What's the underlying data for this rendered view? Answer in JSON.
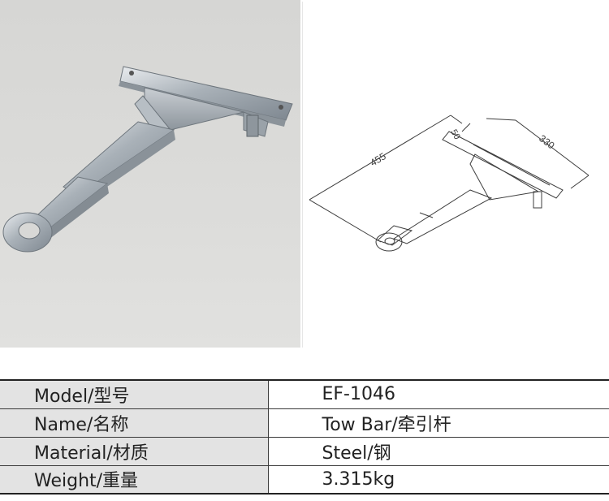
{
  "spec_table": {
    "rows": [
      {
        "label": "Model/型号",
        "value": "EF-1046"
      },
      {
        "label": "Name/名称",
        "value": "Tow Bar/牵引杆"
      },
      {
        "label": "Material/材质",
        "value": "Steel/钢"
      },
      {
        "label": "Weight/重量",
        "value": "3.315kg"
      }
    ]
  },
  "drawing": {
    "dim_length": "455",
    "dim_small": "50",
    "dim_width": "330"
  }
}
